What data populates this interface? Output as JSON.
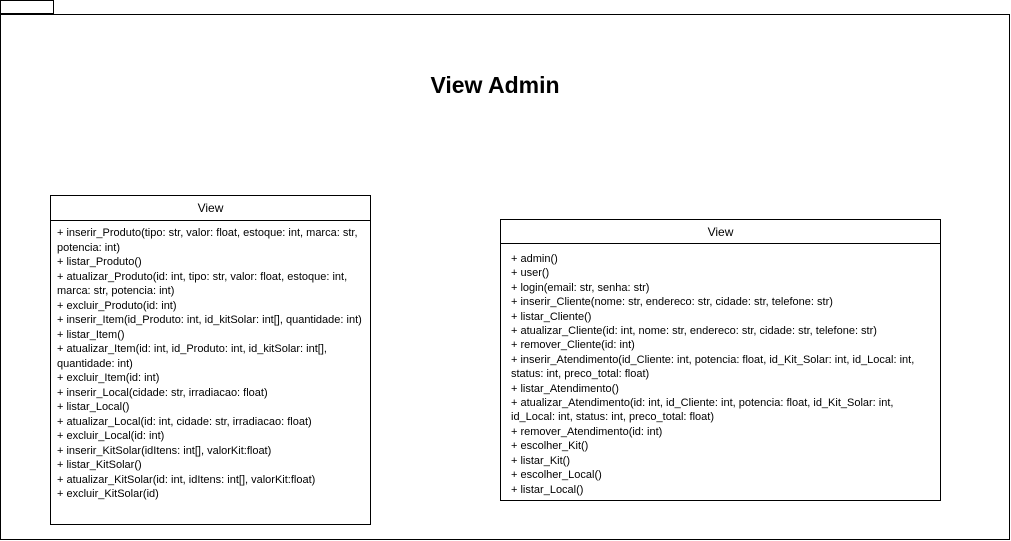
{
  "package": {
    "title": "View Admin"
  },
  "classes": [
    {
      "name": "View",
      "operations": [
        "+ inserir_Produto(tipo: str, valor: float, estoque: int, marca: str, potencia: int)",
        "+ listar_Produto()",
        "+ atualizar_Produto(id: int, tipo: str, valor: float, estoque: int, marca: str, potencia: int)",
        "+ excluir_Produto(id: int)",
        "+ inserir_Item(id_Produto: int, id_kitSolar: int[], quantidade: int)",
        "+ listar_Item()",
        "+ atualizar_Item(id: int, id_Produto: int, id_kitSolar: int[], quantidade: int)",
        "+ excluir_Item(id: int)",
        "+ inserir_Local(cidade: str, irradiacao: float)",
        "+ listar_Local()",
        "+ atualizar_Local(id: int, cidade: str, irradiacao: float)",
        "+ excluir_Local(id: int)",
        "+ inserir_KitSolar(idItens: int[], valorKit:float)",
        "+ listar_KitSolar()",
        "+ atualizar_KitSolar(id: int, idItens: int[], valorKit:float)",
        "+ excluir_KitSolar(id)"
      ]
    },
    {
      "name": "View",
      "operations": [
        "+ admin()",
        "+ user()",
        "+ login(email: str, senha: str)",
        "+ inserir_Cliente(nome: str, endereco: str, cidade: str, telefone: str)",
        "+ listar_Cliente()",
        "+ atualizar_Cliente(id: int, nome: str, endereco: str, cidade: str, telefone: str)",
        "+ remover_Cliente(id: int)",
        "+ inserir_Atendimento(id_Cliente: int, potencia: float, id_Kit_Solar: int, id_Local: int, status: int, preco_total: float)",
        "+ listar_Atendimento()",
        "+ atualizar_Atendimento(id: int, id_Cliente: int, potencia: float, id_Kit_Solar: int, id_Local: int, status: int, preco_total: float)",
        "+ remover_Atendimento(id: int)",
        "+ escolher_Kit()",
        "+ listar_Kit()",
        "+ escolher_Local()",
        "+ listar_Local()"
      ]
    }
  ]
}
